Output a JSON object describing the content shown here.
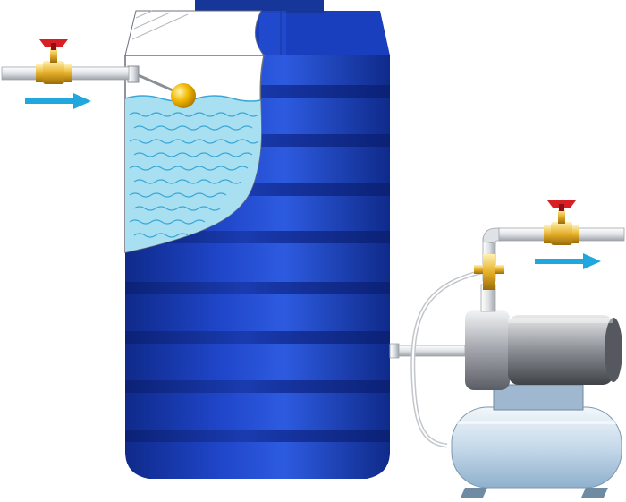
{
  "diagram": {
    "components": [
      {
        "id": "storage-tank",
        "icon": "cylindrical-tank"
      },
      {
        "id": "float-valve",
        "icon": "float-ball"
      },
      {
        "id": "inlet-valve",
        "icon": "faucet-valve"
      },
      {
        "id": "outlet-valve",
        "icon": "faucet-valve"
      },
      {
        "id": "surface-pump",
        "icon": "electric-pump"
      },
      {
        "id": "pressure-tank",
        "icon": "hydraulic-accumulator"
      }
    ],
    "flows": [
      {
        "id": "inflow",
        "direction": "right",
        "icon": "arrow-right-icon"
      },
      {
        "id": "outflow",
        "direction": "right",
        "icon": "arrow-right-icon"
      }
    ],
    "colors": {
      "tank_blue": "#1f45c8",
      "tank_dark": "#0f2a8a",
      "water": "#a8dff1",
      "wave": "#3aa7d6",
      "float_ball": "#f2b800",
      "valve_red": "#d81f26",
      "brass": "#e6b12a",
      "flow_arrow": "#20a7dd",
      "pipe": "#e3e6ea",
      "pump_steel": "#c4c7cc",
      "accumulator": "#cfe0ee"
    }
  }
}
